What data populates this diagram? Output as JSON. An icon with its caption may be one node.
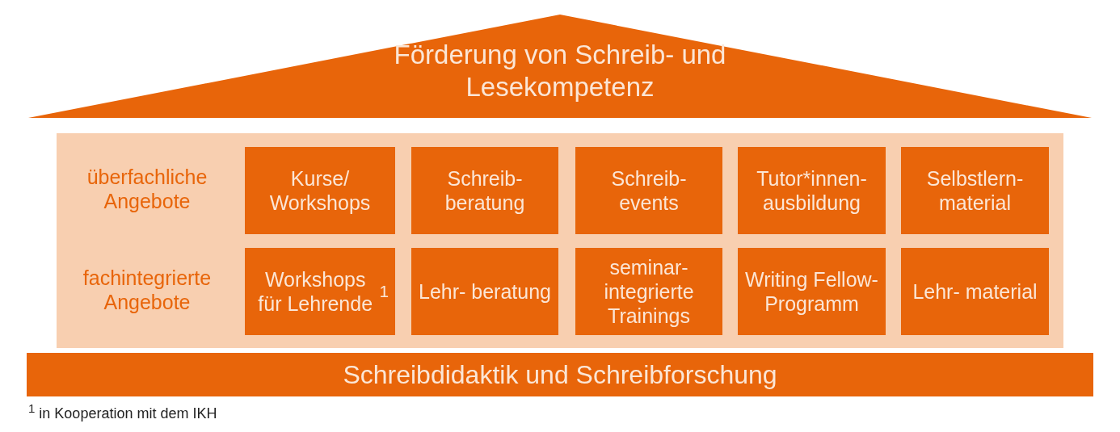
{
  "diagram": {
    "nodes": [
      {
        "text": [
          "Förderung von Schreib- und Lesekompetenz"
        ]
      },
      {
        "text": [
          "überfachliche Angebote",
          "fachintegrierte Angebote"
        ]
      },
      {
        "text": [
          "Kurse/ Workshops"
        ],
        "in": 1
      },
      {
        "text": [
          "Schreib- beratung"
        ],
        "in": 1
      },
      {
        "text": [
          "Schreib- events"
        ],
        "in": 1
      },
      {
        "text": [
          "Tutor*innen- ausbildung"
        ],
        "in": 1
      },
      {
        "text": [
          "Selbstlern- material"
        ],
        "in": 1
      },
      {
        "text": [
          "Workshops für Lehrende$^{1}$"
        ],
        "in": 1
      },
      {
        "text": [
          "Lehr- beratung"
        ],
        "in": 1
      },
      {
        "text": [
          "seminar- integrierte Trainings"
        ],
        "in": 1
      },
      {
        "text": [
          "Writing Fellow- Programm"
        ],
        "in": 1
      },
      {
        "text": [
          "Lehr- material"
        ],
        "in": 1
      },
      {
        "text": [
          "Schreibdidaktik und Schreibforschung"
        ]
      }
    ],
    "edges": [],
    "labels": [
      "$^{1}$ in Kooperation mit dem IKH"
    ]
  }
}
